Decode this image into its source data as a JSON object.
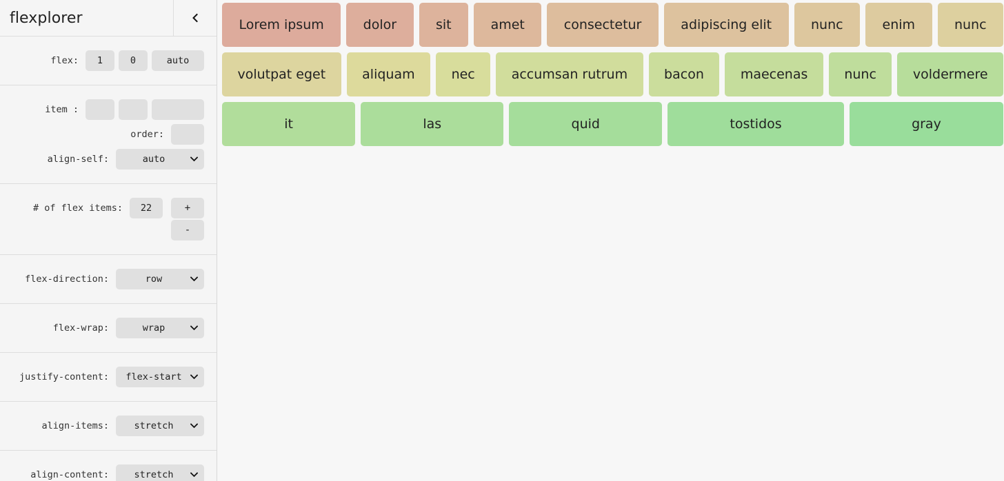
{
  "app": {
    "title": "flexplorer",
    "collapse_icon": "chevron-left-icon"
  },
  "sidebar": {
    "item_props": {
      "flex": {
        "label": "flex:",
        "grow": "1",
        "shrink": "0",
        "basis": "auto"
      },
      "item": {
        "label": "item :",
        "values": [
          "",
          "",
          ""
        ]
      },
      "order": {
        "label": "order:",
        "value": ""
      },
      "align_self": {
        "label": "align-self:",
        "value": "auto",
        "icon": "chevron-down-icon"
      }
    },
    "count": {
      "label": "# of flex items:",
      "value": "22",
      "increment_label": "+",
      "decrement_label": "-"
    },
    "container_props": [
      {
        "label": "flex-direction:",
        "value": "row",
        "icon": "chevron-down-icon"
      },
      {
        "label": "flex-wrap:",
        "value": "wrap",
        "icon": "chevron-down-icon"
      },
      {
        "label": "justify-content:",
        "value": "flex-start",
        "icon": "chevron-down-icon"
      },
      {
        "label": "align-items:",
        "value": "stretch",
        "icon": "chevron-down-icon"
      },
      {
        "label": "align-content:",
        "value": "stretch",
        "icon": "chevron-down-icon"
      }
    ]
  },
  "main": {
    "items": [
      {
        "label": "Lorem ipsum",
        "color": "#ddab9c"
      },
      {
        "label": "dolor",
        "color": "#ddae9c"
      },
      {
        "label": "sit",
        "color": "#ddb39c"
      },
      {
        "label": "amet",
        "color": "#ddb89c"
      },
      {
        "label": "consectetur",
        "color": "#ddbd9d"
      },
      {
        "label": "adipiscing elit",
        "color": "#ddc29e"
      },
      {
        "label": "nunc",
        "color": "#ddc79e"
      },
      {
        "label": "enim",
        "color": "#ddcb9f"
      },
      {
        "label": "nunc",
        "color": "#ddd09f"
      },
      {
        "label": "volutpat eget",
        "color": "#ddd59f"
      },
      {
        "label": "aliquam",
        "color": "#ddda9c"
      },
      {
        "label": "nec",
        "color": "#d8dd9c"
      },
      {
        "label": "accumsan rutrum",
        "color": "#d1dd9c"
      },
      {
        "label": "bacon",
        "color": "#cbdd9c"
      },
      {
        "label": "maecenas",
        "color": "#c5dd9c"
      },
      {
        "label": "nunc",
        "color": "#bfdd9c"
      },
      {
        "label": "voldermere",
        "color": "#b7dd9b"
      },
      {
        "label": "it",
        "color": "#b1dd9b"
      },
      {
        "label": "las",
        "color": "#abdd9b"
      },
      {
        "label": "quid",
        "color": "#a5dd9b"
      },
      {
        "label": "tostidos",
        "color": "#9fdd9b"
      },
      {
        "label": "gray",
        "color": "#99dd9b"
      }
    ]
  }
}
